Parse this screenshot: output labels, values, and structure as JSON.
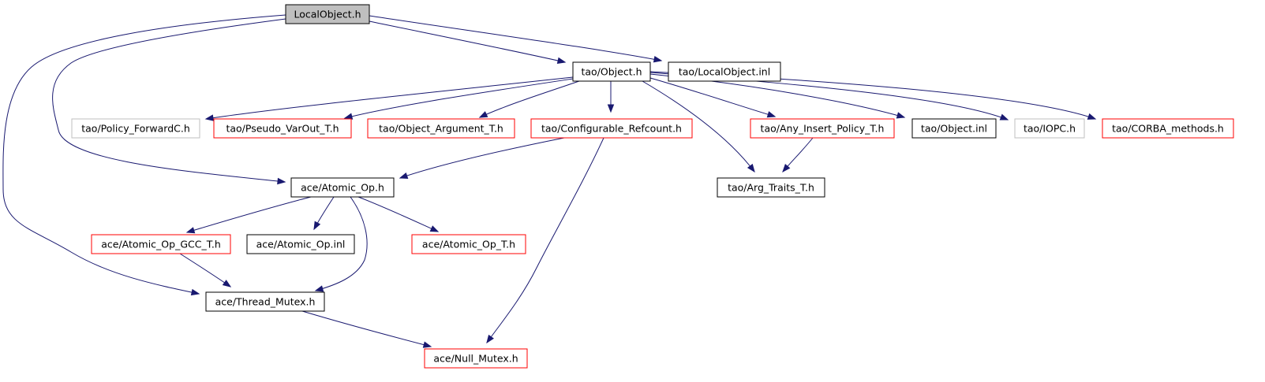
{
  "graph": {
    "colors": {
      "edge": "#191970",
      "border_normal": "#000000",
      "border_external": "#bfbfbf",
      "border_incomplete": "#ff0000",
      "fill_root": "#bfbfbf",
      "fill_default": "#ffffff"
    },
    "nodes": [
      {
        "id": "n_localobject_h",
        "label": "LocalObject.h",
        "kind": "root"
      },
      {
        "id": "n_object_h",
        "label": "tao/Object.h",
        "kind": "normal"
      },
      {
        "id": "n_localobject_inl",
        "label": "tao/LocalObject.inl",
        "kind": "normal"
      },
      {
        "id": "n_policy_forwardc",
        "label": "tao/Policy_ForwardC.h",
        "kind": "external"
      },
      {
        "id": "n_pseudo_varout",
        "label": "tao/Pseudo_VarOut_T.h",
        "kind": "incomplete"
      },
      {
        "id": "n_object_argument",
        "label": "tao/Object_Argument_T.h",
        "kind": "incomplete"
      },
      {
        "id": "n_configurable_refcount",
        "label": "tao/Configurable_Refcount.h",
        "kind": "incomplete"
      },
      {
        "id": "n_any_insert_policy",
        "label": "tao/Any_Insert_Policy_T.h",
        "kind": "incomplete"
      },
      {
        "id": "n_object_inl",
        "label": "tao/Object.inl",
        "kind": "normal"
      },
      {
        "id": "n_iopc",
        "label": "tao/IOPC.h",
        "kind": "external"
      },
      {
        "id": "n_corba_methods",
        "label": "tao/CORBA_methods.h",
        "kind": "incomplete"
      },
      {
        "id": "n_atomic_op",
        "label": "ace/Atomic_Op.h",
        "kind": "normal"
      },
      {
        "id": "n_arg_traits",
        "label": "tao/Arg_Traits_T.h",
        "kind": "normal"
      },
      {
        "id": "n_atomic_op_gcc",
        "label": "ace/Atomic_Op_GCC_T.h",
        "kind": "incomplete"
      },
      {
        "id": "n_atomic_op_inl",
        "label": "ace/Atomic_Op.inl",
        "kind": "normal"
      },
      {
        "id": "n_atomic_op_t",
        "label": "ace/Atomic_Op_T.h",
        "kind": "incomplete"
      },
      {
        "id": "n_thread_mutex",
        "label": "ace/Thread_Mutex.h",
        "kind": "normal"
      },
      {
        "id": "n_null_mutex",
        "label": "ace/Null_Mutex.h",
        "kind": "incomplete"
      }
    ],
    "edges": [
      {
        "from": "n_localobject_h",
        "to": "n_object_h"
      },
      {
        "from": "n_localobject_h",
        "to": "n_localobject_inl"
      },
      {
        "from": "n_localobject_h",
        "to": "n_atomic_op"
      },
      {
        "from": "n_localobject_h",
        "to": "n_thread_mutex"
      },
      {
        "from": "n_object_h",
        "to": "n_policy_forwardc"
      },
      {
        "from": "n_object_h",
        "to": "n_pseudo_varout"
      },
      {
        "from": "n_object_h",
        "to": "n_object_argument"
      },
      {
        "from": "n_object_h",
        "to": "n_configurable_refcount"
      },
      {
        "from": "n_object_h",
        "to": "n_arg_traits"
      },
      {
        "from": "n_object_h",
        "to": "n_any_insert_policy"
      },
      {
        "from": "n_object_h",
        "to": "n_object_inl"
      },
      {
        "from": "n_object_h",
        "to": "n_iopc"
      },
      {
        "from": "n_object_h",
        "to": "n_corba_methods"
      },
      {
        "from": "n_configurable_refcount",
        "to": "n_atomic_op"
      },
      {
        "from": "n_configurable_refcount",
        "to": "n_null_mutex"
      },
      {
        "from": "n_any_insert_policy",
        "to": "n_arg_traits"
      },
      {
        "from": "n_atomic_op",
        "to": "n_atomic_op_gcc"
      },
      {
        "from": "n_atomic_op",
        "to": "n_atomic_op_inl"
      },
      {
        "from": "n_atomic_op",
        "to": "n_atomic_op_t"
      },
      {
        "from": "n_atomic_op",
        "to": "n_thread_mutex"
      },
      {
        "from": "n_atomic_op_gcc",
        "to": "n_thread_mutex"
      },
      {
        "from": "n_thread_mutex",
        "to": "n_null_mutex"
      }
    ]
  }
}
